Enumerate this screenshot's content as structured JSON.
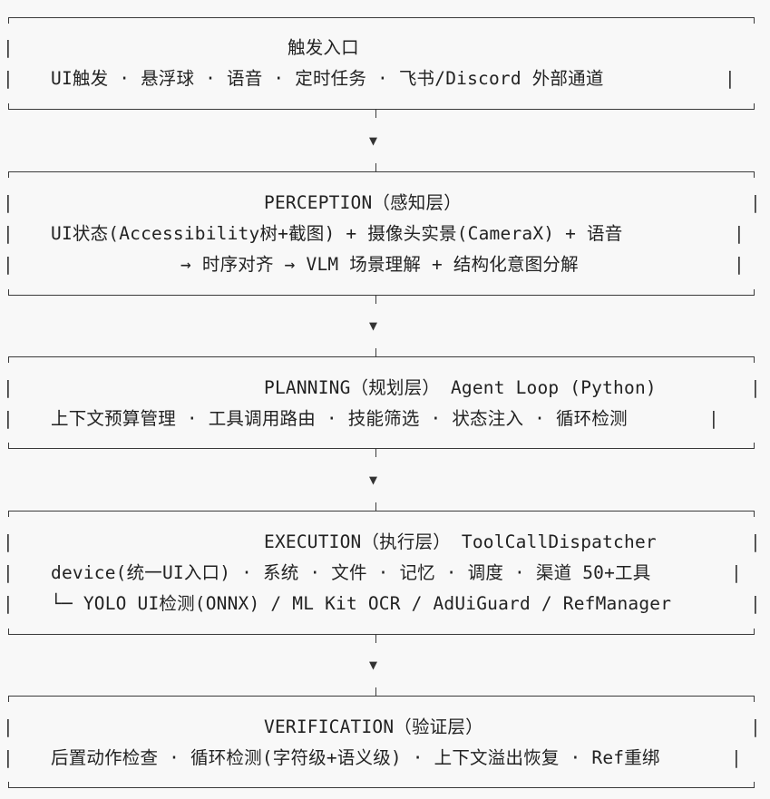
{
  "edge_char": "|",
  "arrow_char": "▼",
  "layers": [
    {
      "lines": [
        "触发入口",
        "UI触发 · 悬浮球 · 语音 · 定时任务 · 飞书/Discord 外部通道"
      ]
    },
    {
      "lines": [
        "PERCEPTION（感知层）",
        "UI状态(Accessibility树+截图) + 摄像头实景(CameraX) + 语音",
        "→ 时序对齐 → VLM 场景理解 + 结构化意图分解"
      ]
    },
    {
      "lines": [
        "PLANNING（规划层） Agent Loop (Python)",
        "上下文预算管理 · 工具调用路由 · 技能筛选 · 状态注入 · 循环检测"
      ]
    },
    {
      "lines": [
        "EXECUTION（执行层） ToolCallDispatcher",
        "device(统一UI入口) · 系统 · 文件 · 记忆 · 调度 · 渠道 50+工具",
        "└─ YOLO UI检测(ONNX) / ML Kit OCR / AdUiGuard / RefManager"
      ]
    },
    {
      "lines": [
        "VERIFICATION（验证层）",
        "后置动作检查 · 循环检测(字符级+语义级) · 上下文溢出恢复 · Ref重绑"
      ]
    }
  ]
}
